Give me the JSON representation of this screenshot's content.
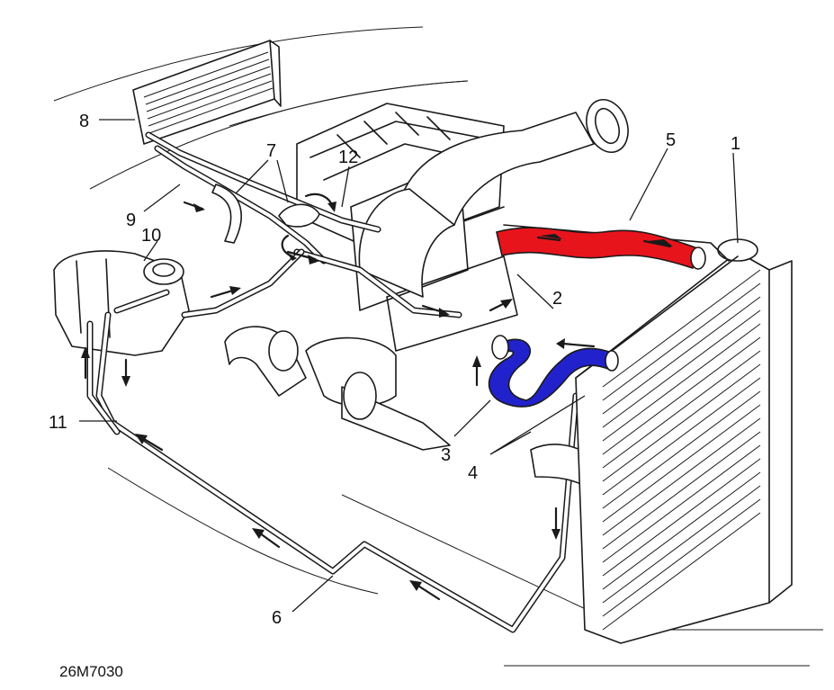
{
  "diagram": {
    "callouts": [
      "1",
      "2",
      "3",
      "4",
      "5",
      "6",
      "7",
      "8",
      "9",
      "10",
      "11",
      "12"
    ],
    "reference_code": "26M7030",
    "colors": {
      "hot_hose": "#e8141c",
      "cold_hose": "#2222cc",
      "line": "#1a1a1a",
      "background": "#ffffff"
    }
  }
}
